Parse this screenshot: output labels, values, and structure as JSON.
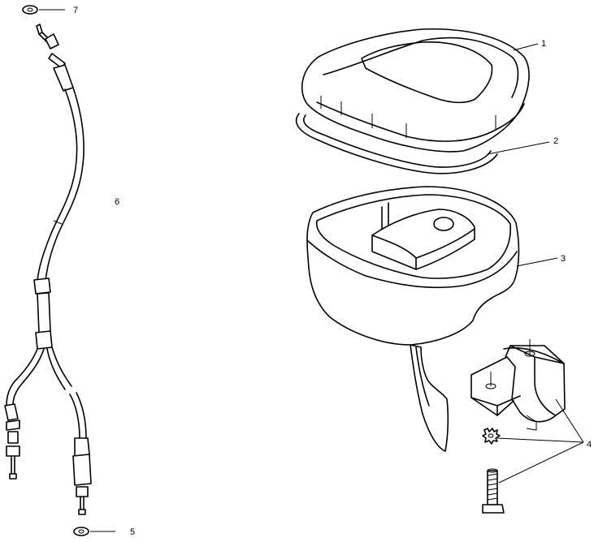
{
  "callouts": [
    {
      "id": "1",
      "label": "1"
    },
    {
      "id": "2",
      "label": "2"
    },
    {
      "id": "3",
      "label": "3"
    },
    {
      "id": "4",
      "label": "4"
    },
    {
      "id": "5",
      "label": "5"
    },
    {
      "id": "6",
      "label": "6"
    },
    {
      "id": "7",
      "label": "7"
    }
  ],
  "parts": [
    {
      "callout": "1",
      "icon": "housing-cover-icon"
    },
    {
      "callout": "2",
      "icon": "gasket-icon"
    },
    {
      "callout": "3",
      "icon": "housing-base-icon"
    },
    {
      "callout": "4",
      "icon": "clamp-washer-screw-icon"
    },
    {
      "callout": "5",
      "icon": "washer-icon"
    },
    {
      "callout": "6",
      "icon": "throttle-cable-icon"
    },
    {
      "callout": "7",
      "icon": "washer-icon"
    }
  ],
  "colors": {
    "line": "#000000",
    "background": "#ffffff"
  }
}
